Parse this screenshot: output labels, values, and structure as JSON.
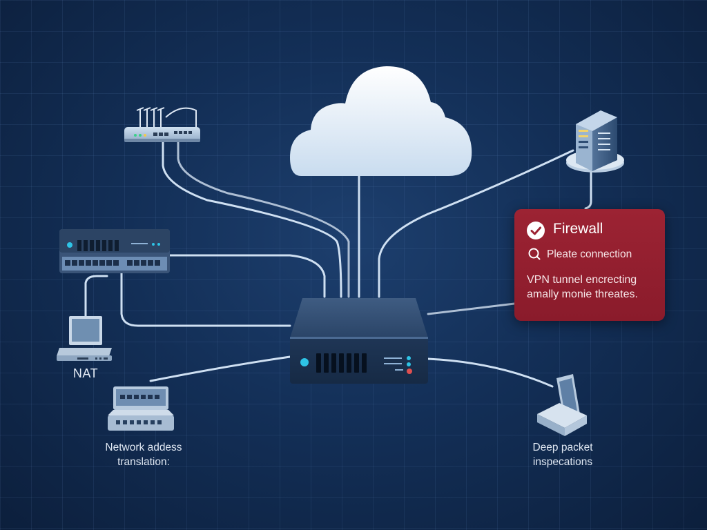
{
  "labels": {
    "nat": "NAT",
    "nat_desc_line1": "Network addess",
    "nat_desc_line2": "translation:",
    "dpi_desc_line1": "Deep packet",
    "dpi_desc_line2": "inspecations"
  },
  "firewall_card": {
    "title": "Firewall",
    "line1": "Pleate connection",
    "line2a": "VPN tunnel encrecting",
    "line2b": "amally monie threates."
  },
  "colors": {
    "background": "#132f57",
    "card": "#9c2333",
    "wire": "#cfe0f2",
    "cloud": "#e8f0f8",
    "device_dark": "#2a3f5c",
    "led_blue": "#2ec4e6",
    "led_red": "#e05050"
  },
  "icons": [
    "cloud-icon",
    "router-icon",
    "switch-icon",
    "laptop-icon",
    "server-icon",
    "firewall-appliance-icon",
    "access-point-icon",
    "workstation-icon",
    "check-icon",
    "search-icon"
  ]
}
